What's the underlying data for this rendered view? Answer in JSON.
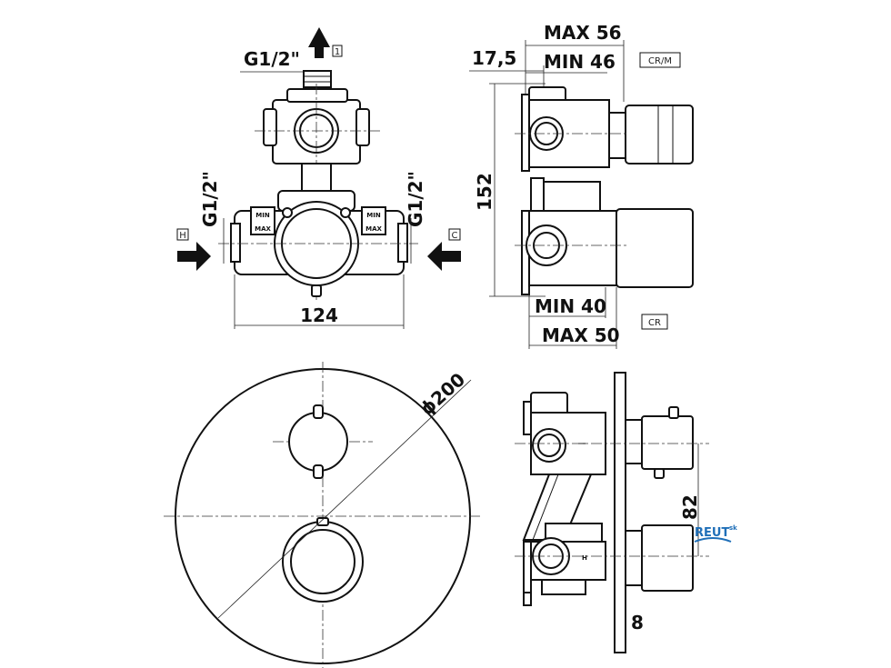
{
  "thread_top": "G1/2\"",
  "thread_left": "G1/2\"",
  "thread_right": "G1/2\"",
  "port_1": "1",
  "inlet_hot": "H",
  "inlet_cold": "C",
  "body_mark_min_left": "MIN",
  "body_mark_max_left": "MAX",
  "body_mark_min_right": "MIN",
  "body_mark_max_right": "MAX",
  "width_124": "124",
  "depth_max_56": "MAX 56",
  "depth_min_46": "MIN 46",
  "offset_17_5": "17,5",
  "height_152": "152",
  "depth_min_40": "MIN 40",
  "depth_max_50": "MAX 50",
  "finish_crm": "CR/M",
  "finish_cr": "CR",
  "diameter_200": "ϕ200",
  "spacing_82": "82",
  "plate_8": "8",
  "side_hot_mark": "H",
  "logo_text": "REUT",
  "logo_suffix": "sk"
}
